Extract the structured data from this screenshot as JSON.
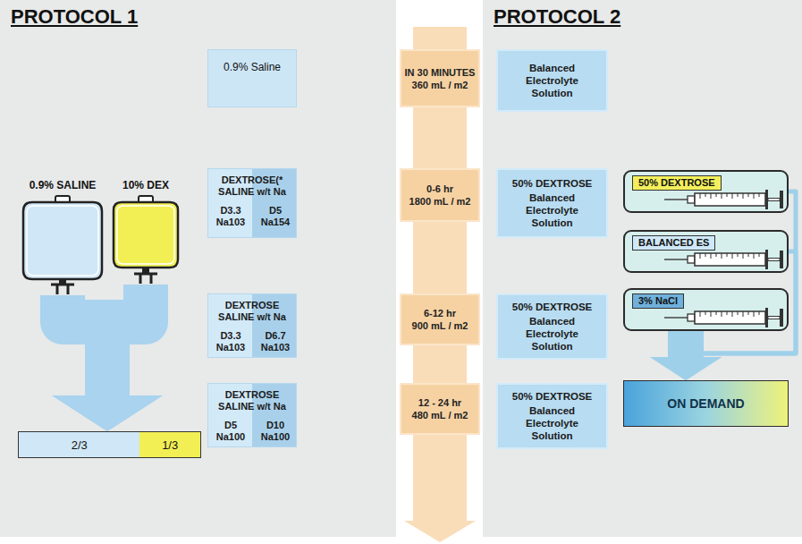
{
  "diagram": {
    "nodes": [
      {
        "text": [
          "PROTOCOL 1"
        ]
      },
      {
        "text": [
          "0.9% SALINE"
        ],
        "in": 0
      },
      {
        "text": [
          "10% DEX"
        ],
        "in": 0
      },
      {
        "text": [
          "2/3",
          "1/3"
        ],
        "in": 0
      },
      {
        "text": [
          "0.9% Saline"
        ],
        "in": 0
      },
      {
        "text": [
          "DEXTROSE(* SALINE w/t Na"
        ],
        "in": 0
      },
      {
        "text": [
          "D3.3 Na103"
        ],
        "in": 5
      },
      {
        "text": [
          "D5 Na154"
        ],
        "in": 5
      },
      {
        "text": [
          "DEXTROSE SALINE w/t Na"
        ],
        "in": 0
      },
      {
        "text": [
          "D3.3 Na103"
        ],
        "in": 8
      },
      {
        "text": [
          "D6.7 Na103"
        ],
        "in": 8
      },
      {
        "text": [
          "DEXTROSE SALINE w/t Na"
        ],
        "in": 0
      },
      {
        "text": [
          "D5 Na100"
        ],
        "in": 11
      },
      {
        "text": [
          "D10 Na100"
        ],
        "in": 11
      },
      {
        "text": [
          "IN 30 MINUTES",
          "360 mL / m2"
        ]
      },
      {
        "text": [
          "0-6 hr",
          "1800 mL / m2"
        ]
      },
      {
        "text": [
          "6-12 hr",
          "900 mL / m2"
        ]
      },
      {
        "text": [
          "12 - 24 hr",
          "480 mL / m2"
        ]
      },
      {
        "text": [
          "PROTOCOL 2"
        ]
      },
      {
        "text": [
          "Balanced Electrolyte Solution"
        ],
        "in": 18
      },
      {
        "text": [
          "50% DEXTROSE",
          "Balanced Electrolyte Solution"
        ],
        "in": 18
      },
      {
        "text": [
          "50% DEXTROSE",
          "Balanced Electrolyte Solution"
        ],
        "in": 18
      },
      {
        "text": [
          "50% DEXTROSE",
          "Balanced Electrolyte Solution"
        ],
        "in": 18
      },
      {
        "text": [
          "50% DEXTROSE"
        ],
        "in": 18
      },
      {
        "text": [
          "BALANCED ES"
        ],
        "in": 18
      },
      {
        "text": [
          "3% NaCl"
        ],
        "in": 18
      },
      {
        "text": [
          "ON DEMAND"
        ],
        "in": 18
      }
    ],
    "edges": [
      {
        "from": 1,
        "to": 3,
        "arrow": "to"
      },
      {
        "from": 2,
        "to": 3,
        "arrow": "to"
      },
      {
        "from": 23,
        "to": 26,
        "arrow": "to"
      },
      {
        "from": 24,
        "to": 26,
        "arrow": "to"
      },
      {
        "from": 25,
        "to": 26,
        "arrow": "to"
      }
    ]
  }
}
